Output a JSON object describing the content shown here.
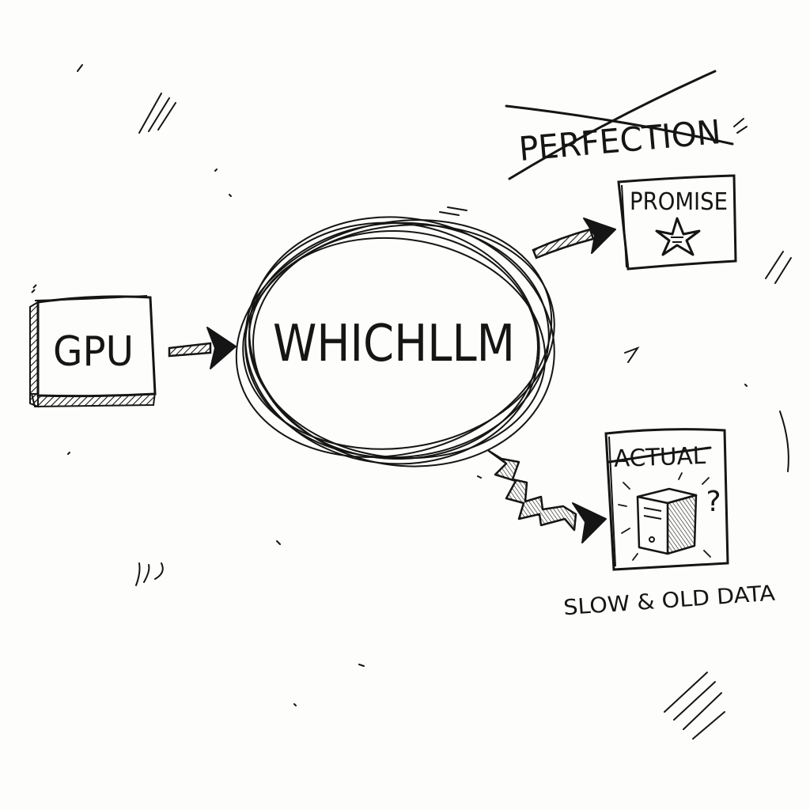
{
  "ink_color": "#151515",
  "paper_color": "#fdfdfb",
  "nodes": {
    "gpu": {
      "label": "GPU"
    },
    "center": {
      "label": "WHICHLLM"
    },
    "perfection": {
      "label": "PERFECTION",
      "crossed_out": true
    },
    "promise": {
      "label": "PROMISE",
      "icon": "star-icon"
    },
    "actual": {
      "label": "ACTUAL",
      "crossed_out": true,
      "icon": "server-tower-icon",
      "mark": "?"
    },
    "caption": {
      "label": "SLOW & OLD DATA"
    }
  },
  "edges": [
    {
      "from": "gpu",
      "to": "center",
      "style": "straight-arrow"
    },
    {
      "from": "center",
      "to": "promise",
      "style": "straight-arrow"
    },
    {
      "from": "center",
      "to": "actual",
      "style": "zigzag-arrow"
    }
  ]
}
